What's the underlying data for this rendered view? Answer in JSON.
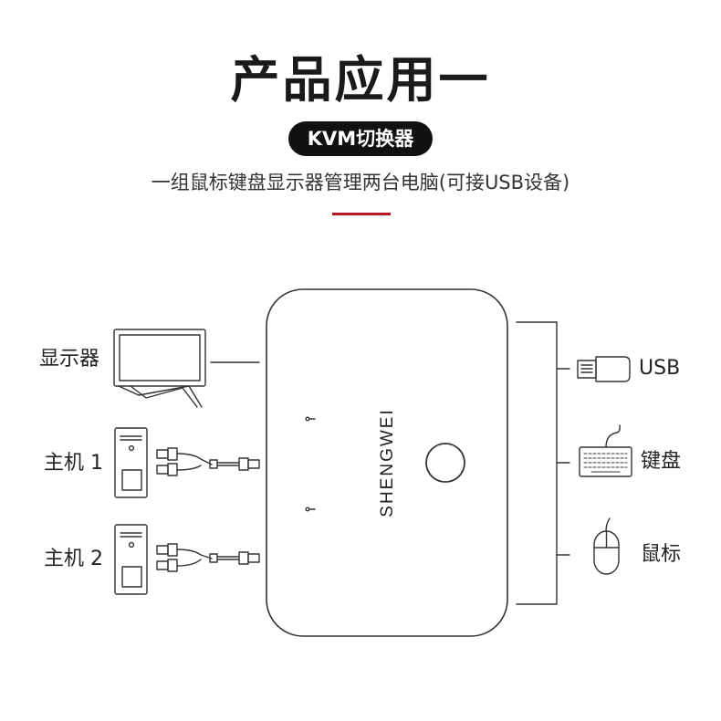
{
  "header": {
    "title": "产品应用一",
    "badge": "KVM切换器",
    "subtitle": "一组鼠标键盘显示器管理两台电脑(可接USB设备)"
  },
  "device": {
    "brand": "SHENGWEI"
  },
  "left_devices": [
    {
      "label": "显示器",
      "icon": "monitor-icon"
    },
    {
      "label": "主机 1",
      "icon": "pc-tower-icon"
    },
    {
      "label": "主机 2",
      "icon": "pc-tower-icon"
    }
  ],
  "right_devices": [
    {
      "label": "USB",
      "icon": "usb-drive-icon"
    },
    {
      "label": "键盘",
      "icon": "keyboard-icon"
    },
    {
      "label": "鼠标",
      "icon": "mouse-icon"
    }
  ],
  "colors": {
    "accent": "#b5181e",
    "badge_bg": "#111111",
    "line": "#333333"
  }
}
